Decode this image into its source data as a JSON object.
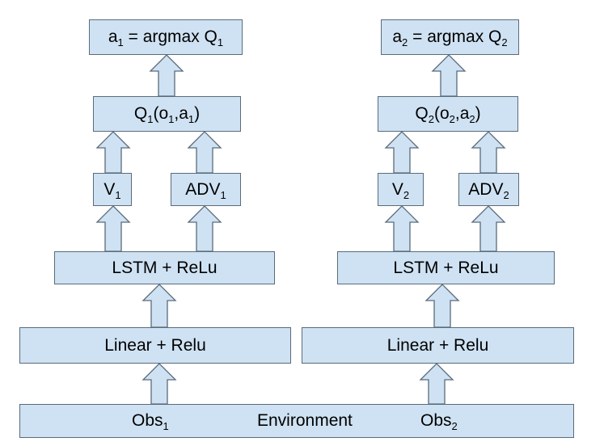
{
  "agent1": {
    "action": {
      "pre": "a",
      "sub": "1",
      "mid": " = argmax Q",
      "sub2": "1"
    },
    "q": {
      "pre": "Q",
      "sub": "1",
      "mid": "(o",
      "sub2": "1",
      "mid2": ",a",
      "sub3": "1",
      "post": ")"
    },
    "v": {
      "pre": "V",
      "sub": "1"
    },
    "adv": {
      "pre": "ADV",
      "sub": "1"
    },
    "lstm": "LSTM + ReLu",
    "linear": "Linear + Relu"
  },
  "agent2": {
    "action": {
      "pre": "a",
      "sub": "2",
      "mid": " = argmax Q",
      "sub2": "2"
    },
    "q": {
      "pre": "Q",
      "sub": "2",
      "mid": "(o",
      "sub2": "2",
      "mid2": ",a",
      "sub3": "2",
      "post": ")"
    },
    "v": {
      "pre": "V",
      "sub": "2"
    },
    "adv": {
      "pre": "ADV",
      "sub": "2"
    },
    "lstm": "LSTM + ReLu",
    "linear": "Linear + Relu"
  },
  "environment": {
    "label": "Environment",
    "obs1": {
      "pre": "Obs",
      "sub": "1"
    },
    "obs2": {
      "pre": "Obs",
      "sub": "2"
    }
  }
}
